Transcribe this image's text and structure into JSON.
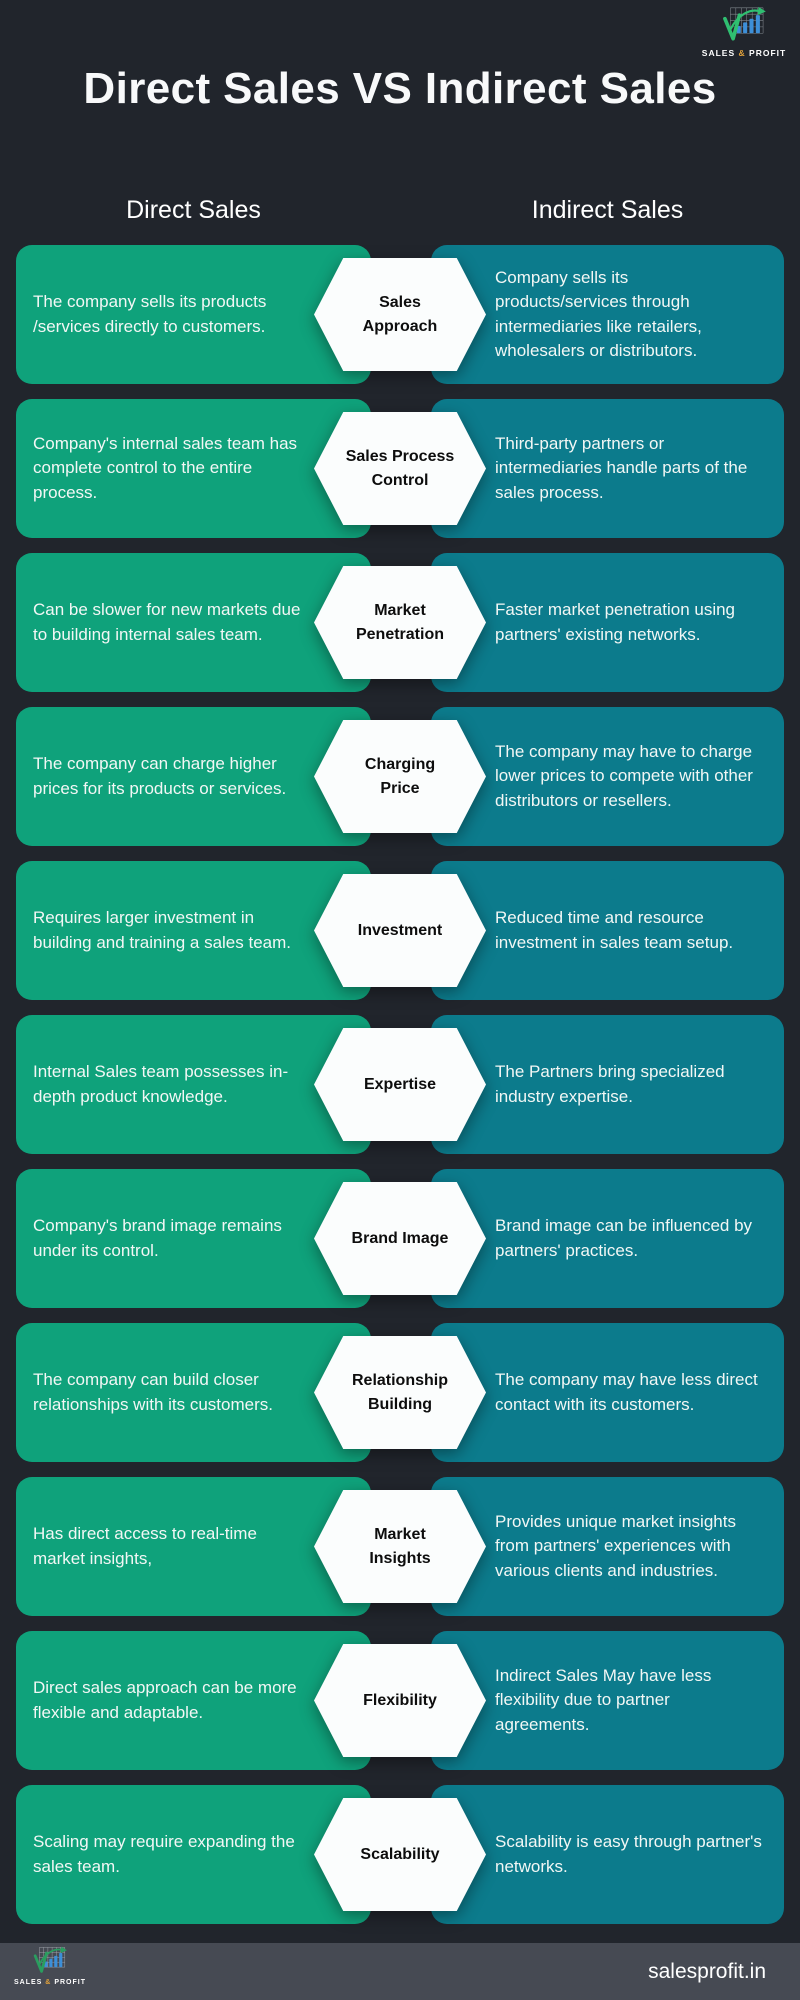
{
  "title": "Direct Sales VS Indirect Sales",
  "columns": {
    "left": "Direct Sales",
    "right": "Indirect Sales"
  },
  "brand": {
    "word_sales": "SALES",
    "amp": "&",
    "word_profit": "PROFIT",
    "website": "salesprofit.in"
  },
  "colors": {
    "background": "#21252c",
    "direct_card": "#0fa27b",
    "indirect_card": "#0c7b8c",
    "hexagon": "#fbfdfd",
    "hexagon_text": "#0d0d0d",
    "footer_bar": "#464a53",
    "text": "#ffffff",
    "amp_accent": "#e2a23b"
  },
  "rows": [
    {
      "label": "Sales\nApproach",
      "direct": "The company sells its products /services directly to customers.",
      "indirect": "Company sells its products/services through intermediaries like retailers, wholesalers or distributors."
    },
    {
      "label": "Sales Process\nControl",
      "direct": "Company's internal sales team has complete control to the entire process.",
      "indirect": "Third-party partners or intermediaries handle parts of the sales process."
    },
    {
      "label": "Market\nPenetration",
      "direct": "Can be slower for new markets due to building internal sales team.",
      "indirect": "Faster market penetration using partners' existing networks."
    },
    {
      "label": "Charging\nPrice",
      "direct": "The company can charge higher prices for its products or services.",
      "indirect": "The company may have to charge lower prices to compete with other distributors or resellers."
    },
    {
      "label": "Investment",
      "direct": "Requires larger investment in building and training a sales team.",
      "indirect": "Reduced time and resource investment in sales team setup."
    },
    {
      "label": "Expertise",
      "direct": "Internal Sales team possesses in-depth product knowledge.",
      "indirect": "The Partners bring specialized industry expertise."
    },
    {
      "label": "Brand Image",
      "direct": "Company's brand image remains under its control.",
      "indirect": "Brand image can be influenced by partners' practices."
    },
    {
      "label": "Relationship\nBuilding",
      "direct": "The company can build closer relationships with its customers.",
      "indirect": "The company may have less direct contact with its customers."
    },
    {
      "label": "Market\nInsights",
      "direct": "Has direct access to real-time market insights,",
      "indirect": "Provides unique market insights from partners' experiences with various clients and industries."
    },
    {
      "label": "Flexibility",
      "direct": "Direct sales approach can be more flexible and adaptable.",
      "indirect": "Indirect Sales May have less flexibility due to partner agreements."
    },
    {
      "label": "Scalability",
      "direct": "Scaling may require expanding the sales team.",
      "indirect": "Scalability is easy through partner's networks."
    }
  ]
}
